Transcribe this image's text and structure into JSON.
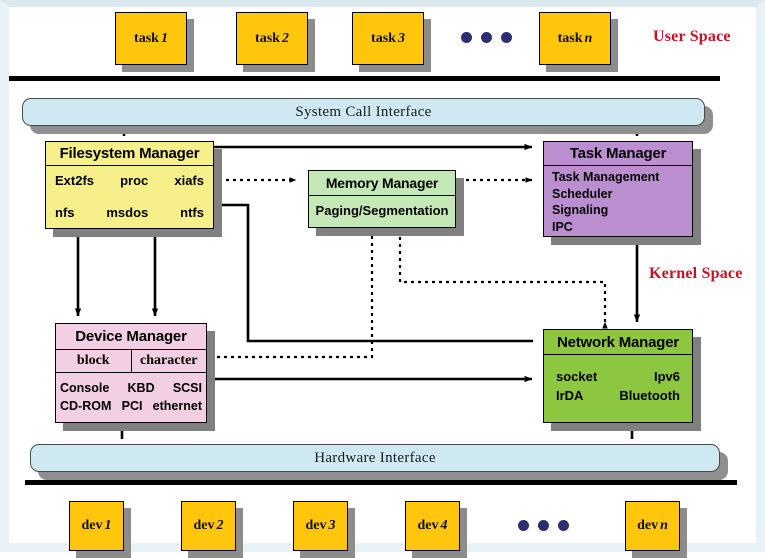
{
  "meta": {
    "title": "Operating System Architecture Block Diagram",
    "colors": {
      "task_chip": "#FFC60B",
      "interface_bar": "#cfe9f2",
      "filesystem_manager": "#f7f08a",
      "memory_manager": "#c5e8b7",
      "task_manager": "#bb8fcf",
      "device_manager": "#f2cfe3",
      "network_manager": "#8dc63f",
      "space_label": "#cc1126",
      "ellipsis_dot": "#2d2d72",
      "shadow": "#808080"
    }
  },
  "labels": {
    "user_space": "User Space",
    "kernel_space": "Kernel Space"
  },
  "user_space": {
    "tasks": [
      {
        "name": "task",
        "index": "1"
      },
      {
        "name": "task",
        "index": "2"
      },
      {
        "name": "task",
        "index": "3"
      },
      {
        "name": "task",
        "index": "n"
      }
    ],
    "ellipsis": "•••"
  },
  "hardware": {
    "devices": [
      {
        "name": "dev",
        "index": "1"
      },
      {
        "name": "dev",
        "index": "2"
      },
      {
        "name": "dev",
        "index": "3"
      },
      {
        "name": "dev",
        "index": "4"
      },
      {
        "name": "dev",
        "index": "n"
      }
    ],
    "ellipsis": "•••"
  },
  "interfaces": {
    "system_call": "System Call Interface",
    "hardware": "Hardware Interface"
  },
  "modules": {
    "filesystem_manager": {
      "title": "Filesystem Manager",
      "row1": [
        "Ext2fs",
        "proc",
        "xiafs"
      ],
      "row2": [
        "nfs",
        "msdos",
        "ntfs"
      ]
    },
    "memory_manager": {
      "title": "Memory Manager",
      "subtitle": "Paging/Segmentation"
    },
    "task_manager": {
      "title": "Task Manager",
      "items": [
        "Task Management",
        "Scheduler",
        "Signaling",
        "IPC"
      ]
    },
    "device_manager": {
      "title": "Device Manager",
      "classes": [
        "block",
        "character"
      ],
      "row1": [
        "Console",
        "KBD",
        "SCSI"
      ],
      "row2": [
        "CD-ROM",
        "PCI",
        "ethernet"
      ]
    },
    "network_manager": {
      "title": "Network Manager",
      "row1": [
        "socket",
        "Ipv6"
      ],
      "row2": [
        "IrDA",
        "Bluetooth"
      ]
    }
  }
}
